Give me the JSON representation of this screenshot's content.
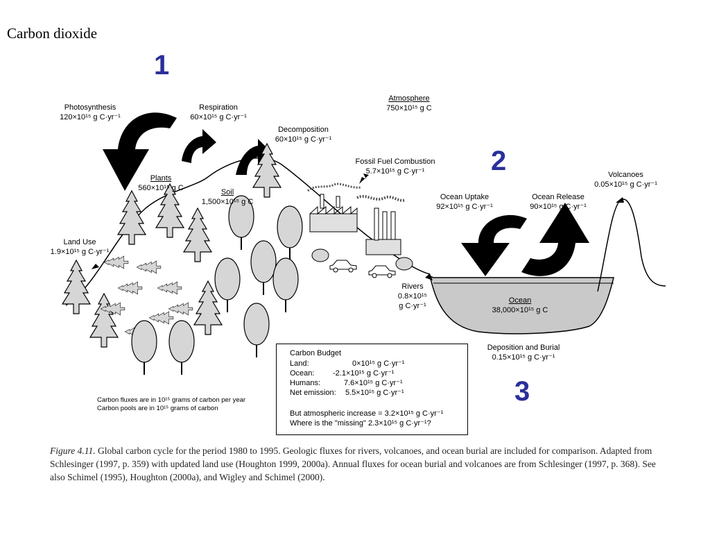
{
  "title": "Carbon dioxide",
  "markers": [
    "1",
    "2",
    "3"
  ],
  "diagram": {
    "atmosphere": {
      "name": "Atmosphere",
      "value": "750×10¹⁵ g C"
    },
    "photosynthesis": {
      "name": "Photosynthesis",
      "value": "120×10¹⁵ g C·yr⁻¹"
    },
    "respiration": {
      "name": "Respiration",
      "value": "60×10¹⁵ g C·yr⁻¹"
    },
    "decomposition": {
      "name": "Decomposition",
      "value": "60×10¹⁵ g C·yr⁻¹"
    },
    "fossil_fuel": {
      "name": "Fossil Fuel Combustion",
      "value": "5.7×10¹⁵ g C·yr⁻¹"
    },
    "plants": {
      "name": "Plants",
      "value": "560×10¹⁵ g C"
    },
    "soil": {
      "name": "Soil",
      "value": "1,500×10¹⁵ g C"
    },
    "land_use": {
      "name": "Land Use",
      "value": "1.9×10¹⁵ g C·yr⁻¹"
    },
    "ocean_uptake": {
      "name": "Ocean Uptake",
      "value": "92×10¹⁵ g C·yr⁻¹"
    },
    "ocean_release": {
      "name": "Ocean Release",
      "value": "90×10¹⁵ g C·yr⁻¹"
    },
    "volcanoes": {
      "name": "Volcanoes",
      "value": "0.05×10¹⁵ g C·yr⁻¹"
    },
    "rivers": {
      "name": "Rivers",
      "value1": "0.8×10¹⁵",
      "value2": "g C·yr⁻¹"
    },
    "ocean": {
      "name": "Ocean",
      "value": "38,000×10¹⁵ g C"
    },
    "deposition": {
      "name": "Deposition and Burial",
      "value": "0.15×10¹⁵ g C·yr⁻¹"
    },
    "units_note": [
      "Carbon fluxes are in 10¹⁵ grams of carbon per year",
      "Carbon pools are in 10¹⁵ grams of carbon"
    ]
  },
  "budget": {
    "title": "Carbon Budget",
    "rows": [
      {
        "label": "Land:",
        "value": "0×10¹⁵ g C·yr⁻¹"
      },
      {
        "label": "Ocean:",
        "value": "-2.1×10¹⁵ g C·yr⁻¹"
      },
      {
        "label": "Humans:",
        "value": "7.6×10¹⁵ g C·yr⁻¹"
      },
      {
        "label": "Net emission:",
        "value": "5.5×10¹⁵ g C·yr⁻¹"
      }
    ],
    "note1": "But atmospheric increase = 3.2×10¹⁵ g C·yr⁻¹",
    "note2": "Where is the \"missing\" 2.3×10¹⁵ g C·yr⁻¹?"
  },
  "caption": {
    "figure": "Figure 4.11.",
    "text": "Global carbon cycle for the period 1980 to 1995. Geologic fluxes for rivers, volcanoes, and ocean burial are included for comparison. Adapted from Schlesinger (1997, p. 359) with updated land use (Houghton 1999, 2000a). Annual fluxes for ocean burial and volcanoes are from Schlesinger (1997, p. 368). See also Schimel (1995), Houghton (2000a), and Wigley and Schimel (2000)."
  }
}
